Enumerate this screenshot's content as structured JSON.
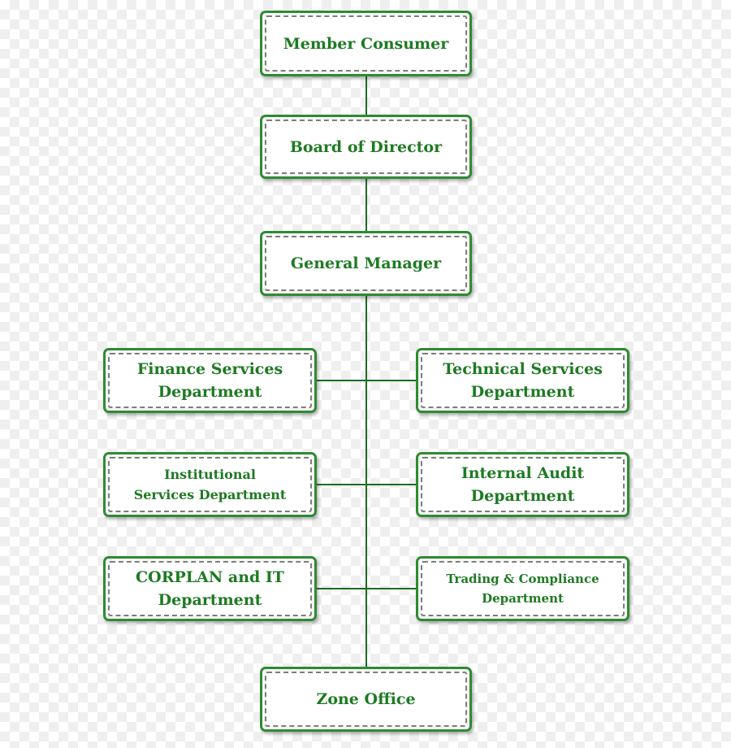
{
  "chart": {
    "top": {
      "member_consumer": "Member Consumer",
      "board_of_director": "Board of Director",
      "general_manager": "General Manager"
    },
    "departments": {
      "finance": [
        "Finance Services",
        "Department"
      ],
      "technical": [
        "Technical Services",
        "Department"
      ],
      "institutional": [
        "Institutional",
        "Services Department"
      ],
      "internal_audit": [
        "Internal Audit",
        "Department"
      ],
      "corplan": [
        "CORPLAN and IT",
        "Department"
      ],
      "trading": [
        "Trading & Compliance",
        "Department"
      ]
    },
    "bottom": {
      "zone_office": "Zone Office"
    }
  },
  "colors": {
    "box_border": "#2e8b32",
    "text": "#1e7a22",
    "connector": "#1f6b22",
    "dashed_inner": "#7d7d7d"
  }
}
